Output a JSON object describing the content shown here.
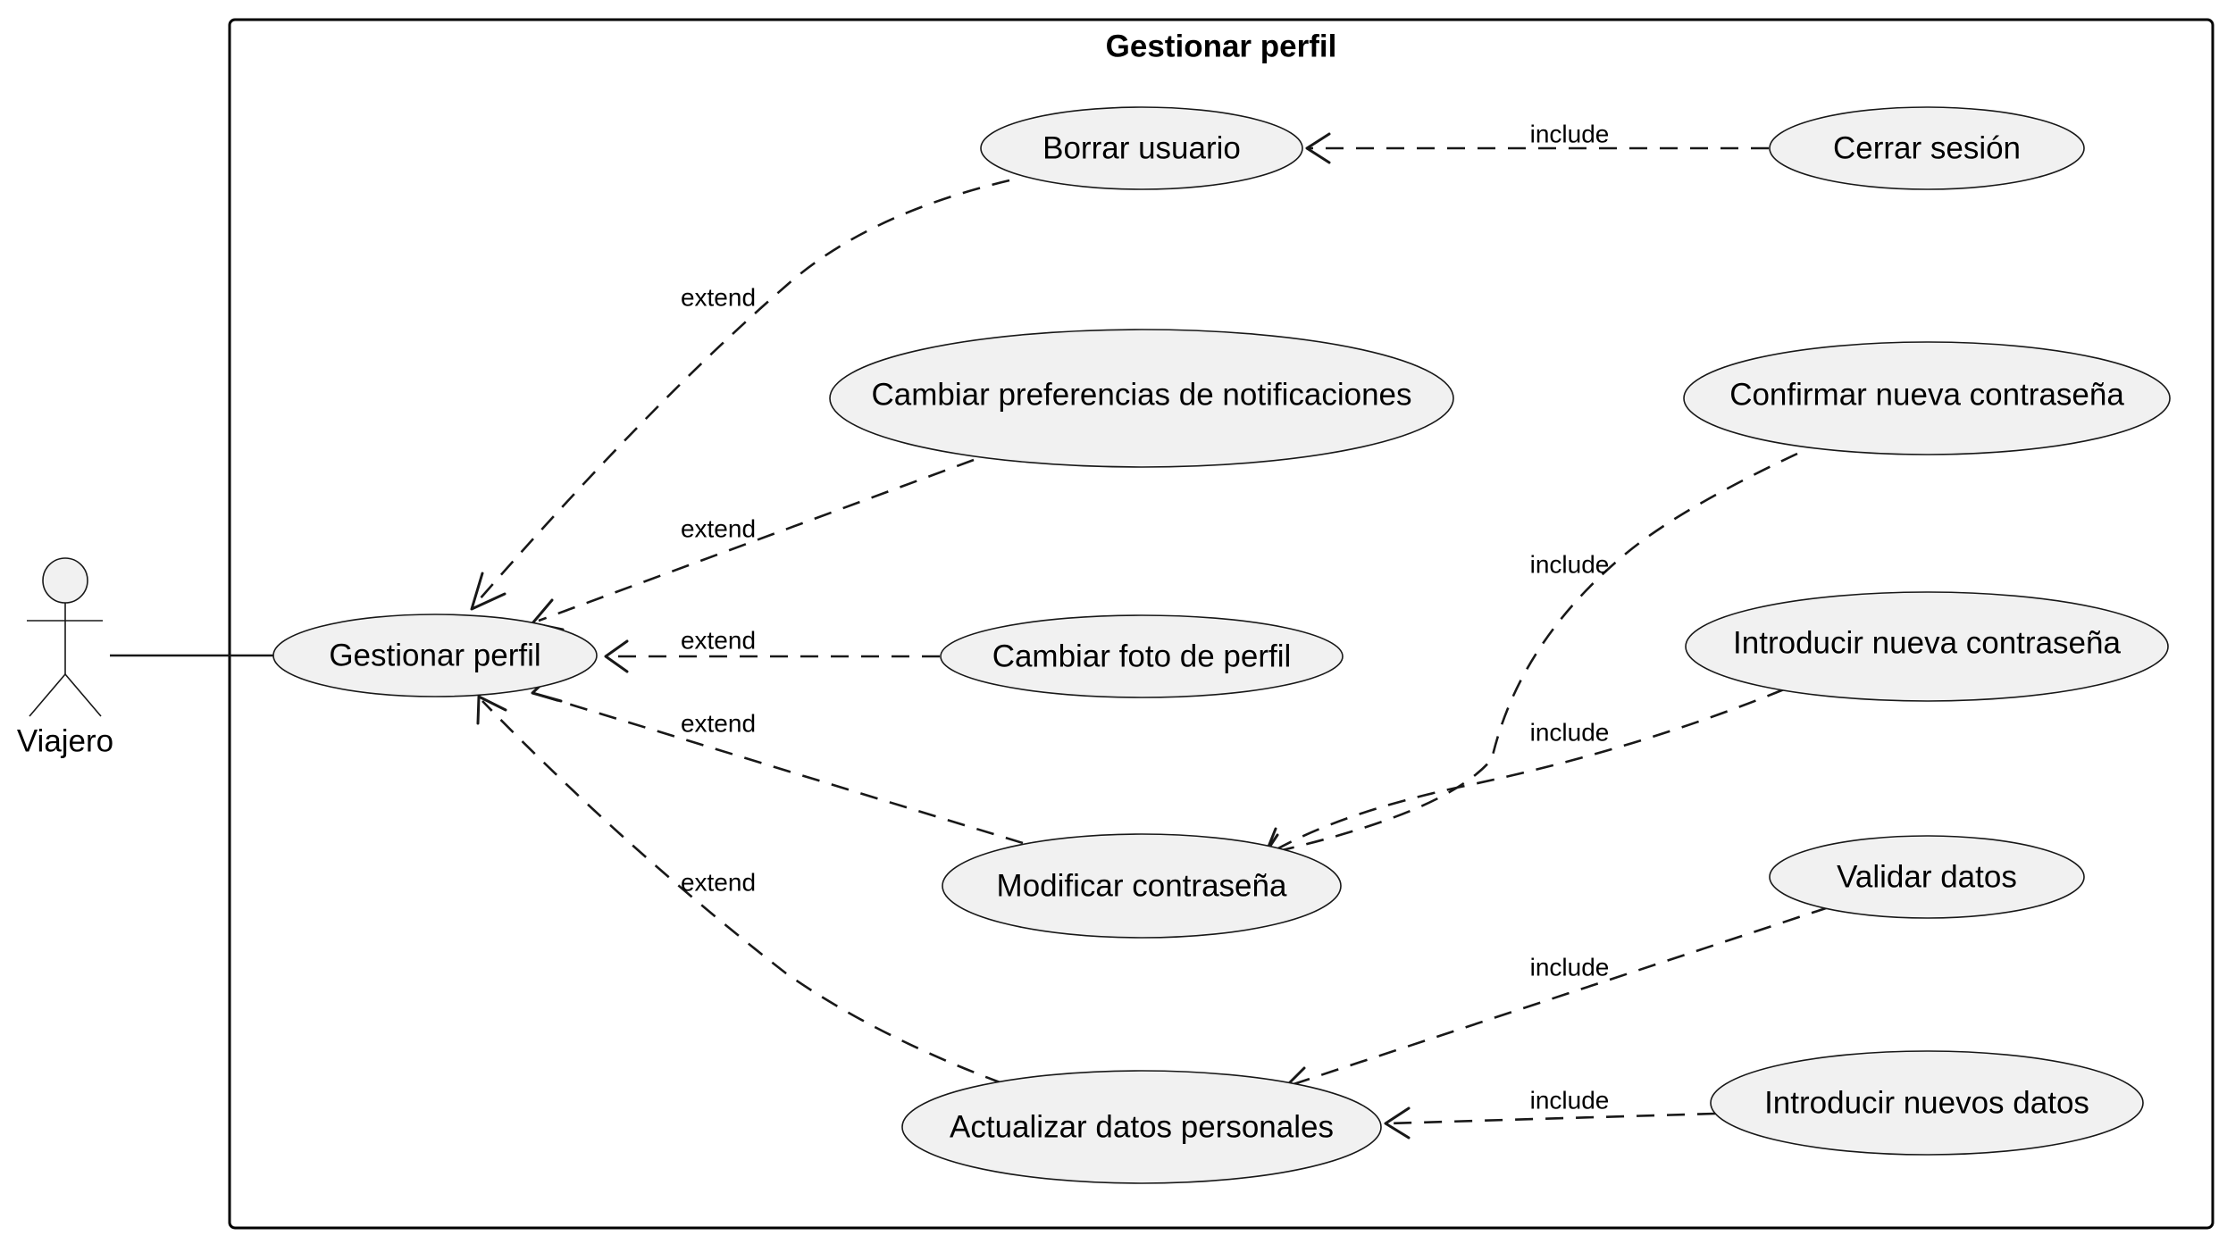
{
  "system": {
    "title": "Gestionar perfil"
  },
  "actor": {
    "name": "Viajero"
  },
  "use_cases": [
    {
      "id": "gestionar",
      "label": "Gestionar perfil"
    },
    {
      "id": "borrar",
      "label": "Borrar usuario"
    },
    {
      "id": "notif",
      "label": "Cambiar preferencias de notificaciones"
    },
    {
      "id": "foto",
      "label": "Cambiar foto de perfil"
    },
    {
      "id": "modificar",
      "label": "Modificar contraseña"
    },
    {
      "id": "actualizar",
      "label": "Actualizar datos personales"
    },
    {
      "id": "cerrar",
      "label": "Cerrar sesión"
    },
    {
      "id": "confirmar",
      "label": "Confirmar nueva contraseña"
    },
    {
      "id": "introducir_pw",
      "label": "Introducir nueva contraseña"
    },
    {
      "id": "validar",
      "label": "Validar datos"
    },
    {
      "id": "introducir_datos",
      "label": "Introducir nuevos datos"
    }
  ],
  "relations": [
    {
      "from": "borrar",
      "to": "gestionar",
      "label": "extend"
    },
    {
      "from": "notif",
      "to": "gestionar",
      "label": "extend"
    },
    {
      "from": "foto",
      "to": "gestionar",
      "label": "extend"
    },
    {
      "from": "modificar",
      "to": "gestionar",
      "label": "extend"
    },
    {
      "from": "actualizar",
      "to": "gestionar",
      "label": "extend"
    },
    {
      "from": "cerrar",
      "to": "borrar",
      "label": "include"
    },
    {
      "from": "confirmar",
      "to": "modificar",
      "label": "include"
    },
    {
      "from": "introducir_pw",
      "to": "modificar",
      "label": "include"
    },
    {
      "from": "validar",
      "to": "actualizar",
      "label": "include"
    },
    {
      "from": "introducir_datos",
      "to": "actualizar",
      "label": "include"
    }
  ]
}
